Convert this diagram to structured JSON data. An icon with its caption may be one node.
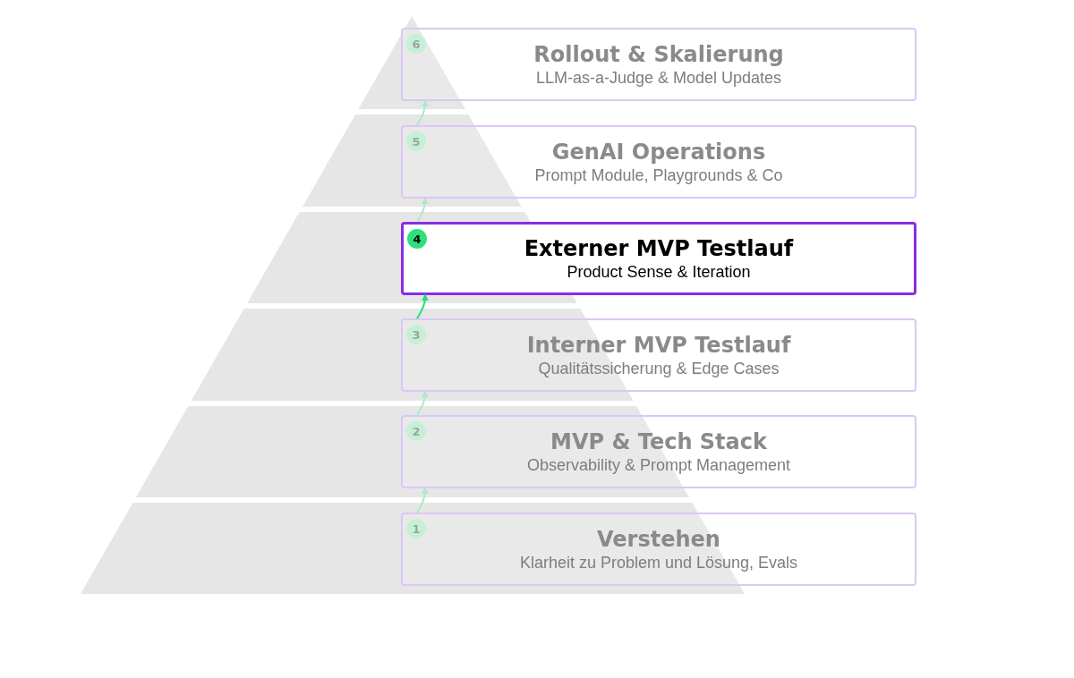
{
  "diagram": {
    "nodes": [
      {
        "text": [
          "Rollout & Skalierung",
          "LLM-as-a-Judge & Model Updates"
        ]
      },
      {
        "text": [
          "6"
        ],
        "in": 0
      },
      {
        "text": [
          "GenAI Operations",
          "Prompt Module, Playgrounds & Co"
        ]
      },
      {
        "text": [
          "5"
        ],
        "in": 2
      },
      {
        "text": [
          "Externer MVP Testlauf",
          "Product Sense & Iteration"
        ]
      },
      {
        "text": [
          "4"
        ],
        "in": 4
      },
      {
        "text": [
          "Interner MVP Testlauf",
          "Qualitätssicherung & Edge Cases"
        ]
      },
      {
        "text": [
          "3"
        ],
        "in": 6
      },
      {
        "text": [
          "MVP & Tech Stack",
          "Observability & Prompt Management"
        ]
      },
      {
        "text": [
          "2"
        ],
        "in": 8
      },
      {
        "text": [
          "Verstehen",
          "Klarheit zu Problem und Lösung, Evals"
        ]
      },
      {
        "text": [
          "1"
        ],
        "in": 10
      }
    ],
    "edges": [
      {
        "from": 10,
        "to": 8,
        "arrow": "to"
      },
      {
        "from": 8,
        "to": 6,
        "arrow": "to"
      },
      {
        "from": 6,
        "to": 4,
        "arrow": "to",
        "color": "#1ee07a"
      },
      {
        "from": 4,
        "to": 2,
        "arrow": "to"
      },
      {
        "from": 2,
        "to": 0,
        "arrow": "to"
      }
    ]
  }
}
